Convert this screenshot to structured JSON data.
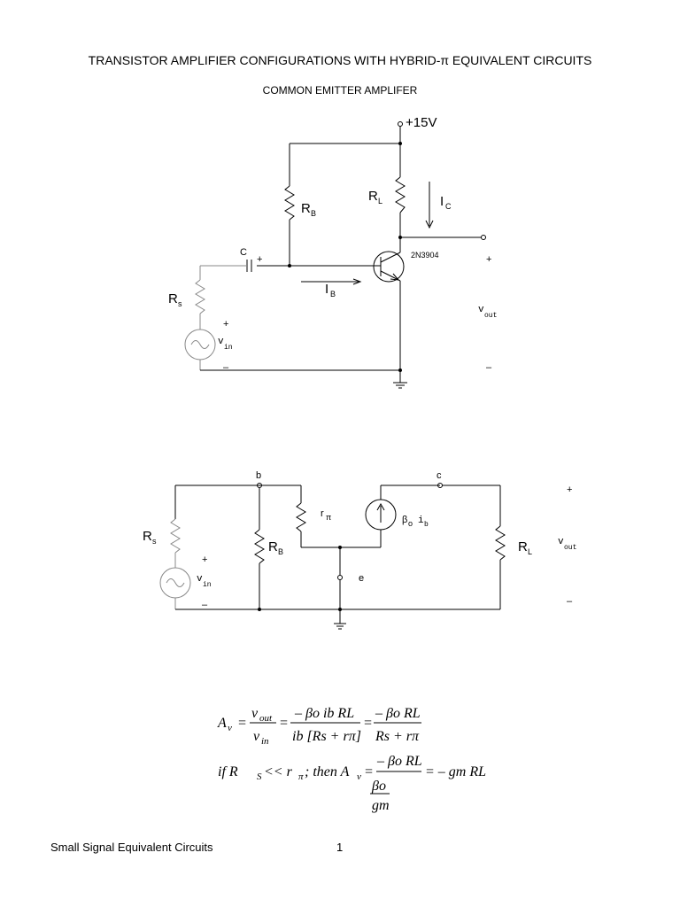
{
  "document": {
    "title": "TRANSISTOR AMPLIFIER CONFIGURATIONS WITH HYBRID-π EQUIVALENT CIRCUITS",
    "subtitle": "COMMON EMITTER AMPLIFER"
  },
  "circuit1": {
    "supply": "+15V",
    "rb": "R",
    "rb_sub": "B",
    "rl": "R",
    "rl_sub": "L",
    "ic": "I",
    "ic_sub": "C",
    "cap": "C",
    "cap_plus": "+",
    "transistor": "2N3904",
    "ib": "I",
    "ib_sub": "B",
    "rs": "R",
    "rs_sub": "s",
    "vin": "v",
    "vin_sub": "in",
    "vin_plus": "+",
    "vin_minus": "–",
    "vout": "v",
    "vout_sub": "out",
    "vout_plus": "+",
    "vout_minus": "–"
  },
  "circuit2": {
    "node_b": "b",
    "node_c": "c",
    "node_e": "e",
    "rpi": "r",
    "rpi_sub": "π",
    "source": "β",
    "source_sub": "o",
    "source_ib": "i",
    "source_ib_sub": "b",
    "rs": "R",
    "rs_sub": "s",
    "rb": "R",
    "rb_sub": "B",
    "rl": "R",
    "rl_sub": "L",
    "vin": "v",
    "vin_sub": "in",
    "vin_plus": "+",
    "vin_minus": "–",
    "vout": "v",
    "vout_sub": "out",
    "vout_plus": "+",
    "vout_minus": "–"
  },
  "equations": {
    "eq1_lhs": "A",
    "eq1_lhs_sub": "v",
    "eq1_f1_num": "v",
    "eq1_f1_num_sub": "out",
    "eq1_f1_den": "v",
    "eq1_f1_den_sub": "in",
    "eq1_f2_num": "– βo ib RL",
    "eq1_f2_den": "ib [Rs + rπ]",
    "eq1_f3_num": "– βo RL",
    "eq1_f3_den": "Rs + rπ",
    "eq2_prefix": "if  R",
    "eq2_prefix_sub": "S",
    "eq2_mid": " << r",
    "eq2_mid_sub": "π",
    "eq2_then": "; then A",
    "eq2_then_sub": "v",
    "eq2_frac_num": "– βo RL",
    "eq2_inner_num": "βo",
    "eq2_inner_den": "gm",
    "eq2_result": "= – gm RL"
  },
  "footer": {
    "left": "Small Signal Equivalent Circuits",
    "page": "1"
  }
}
